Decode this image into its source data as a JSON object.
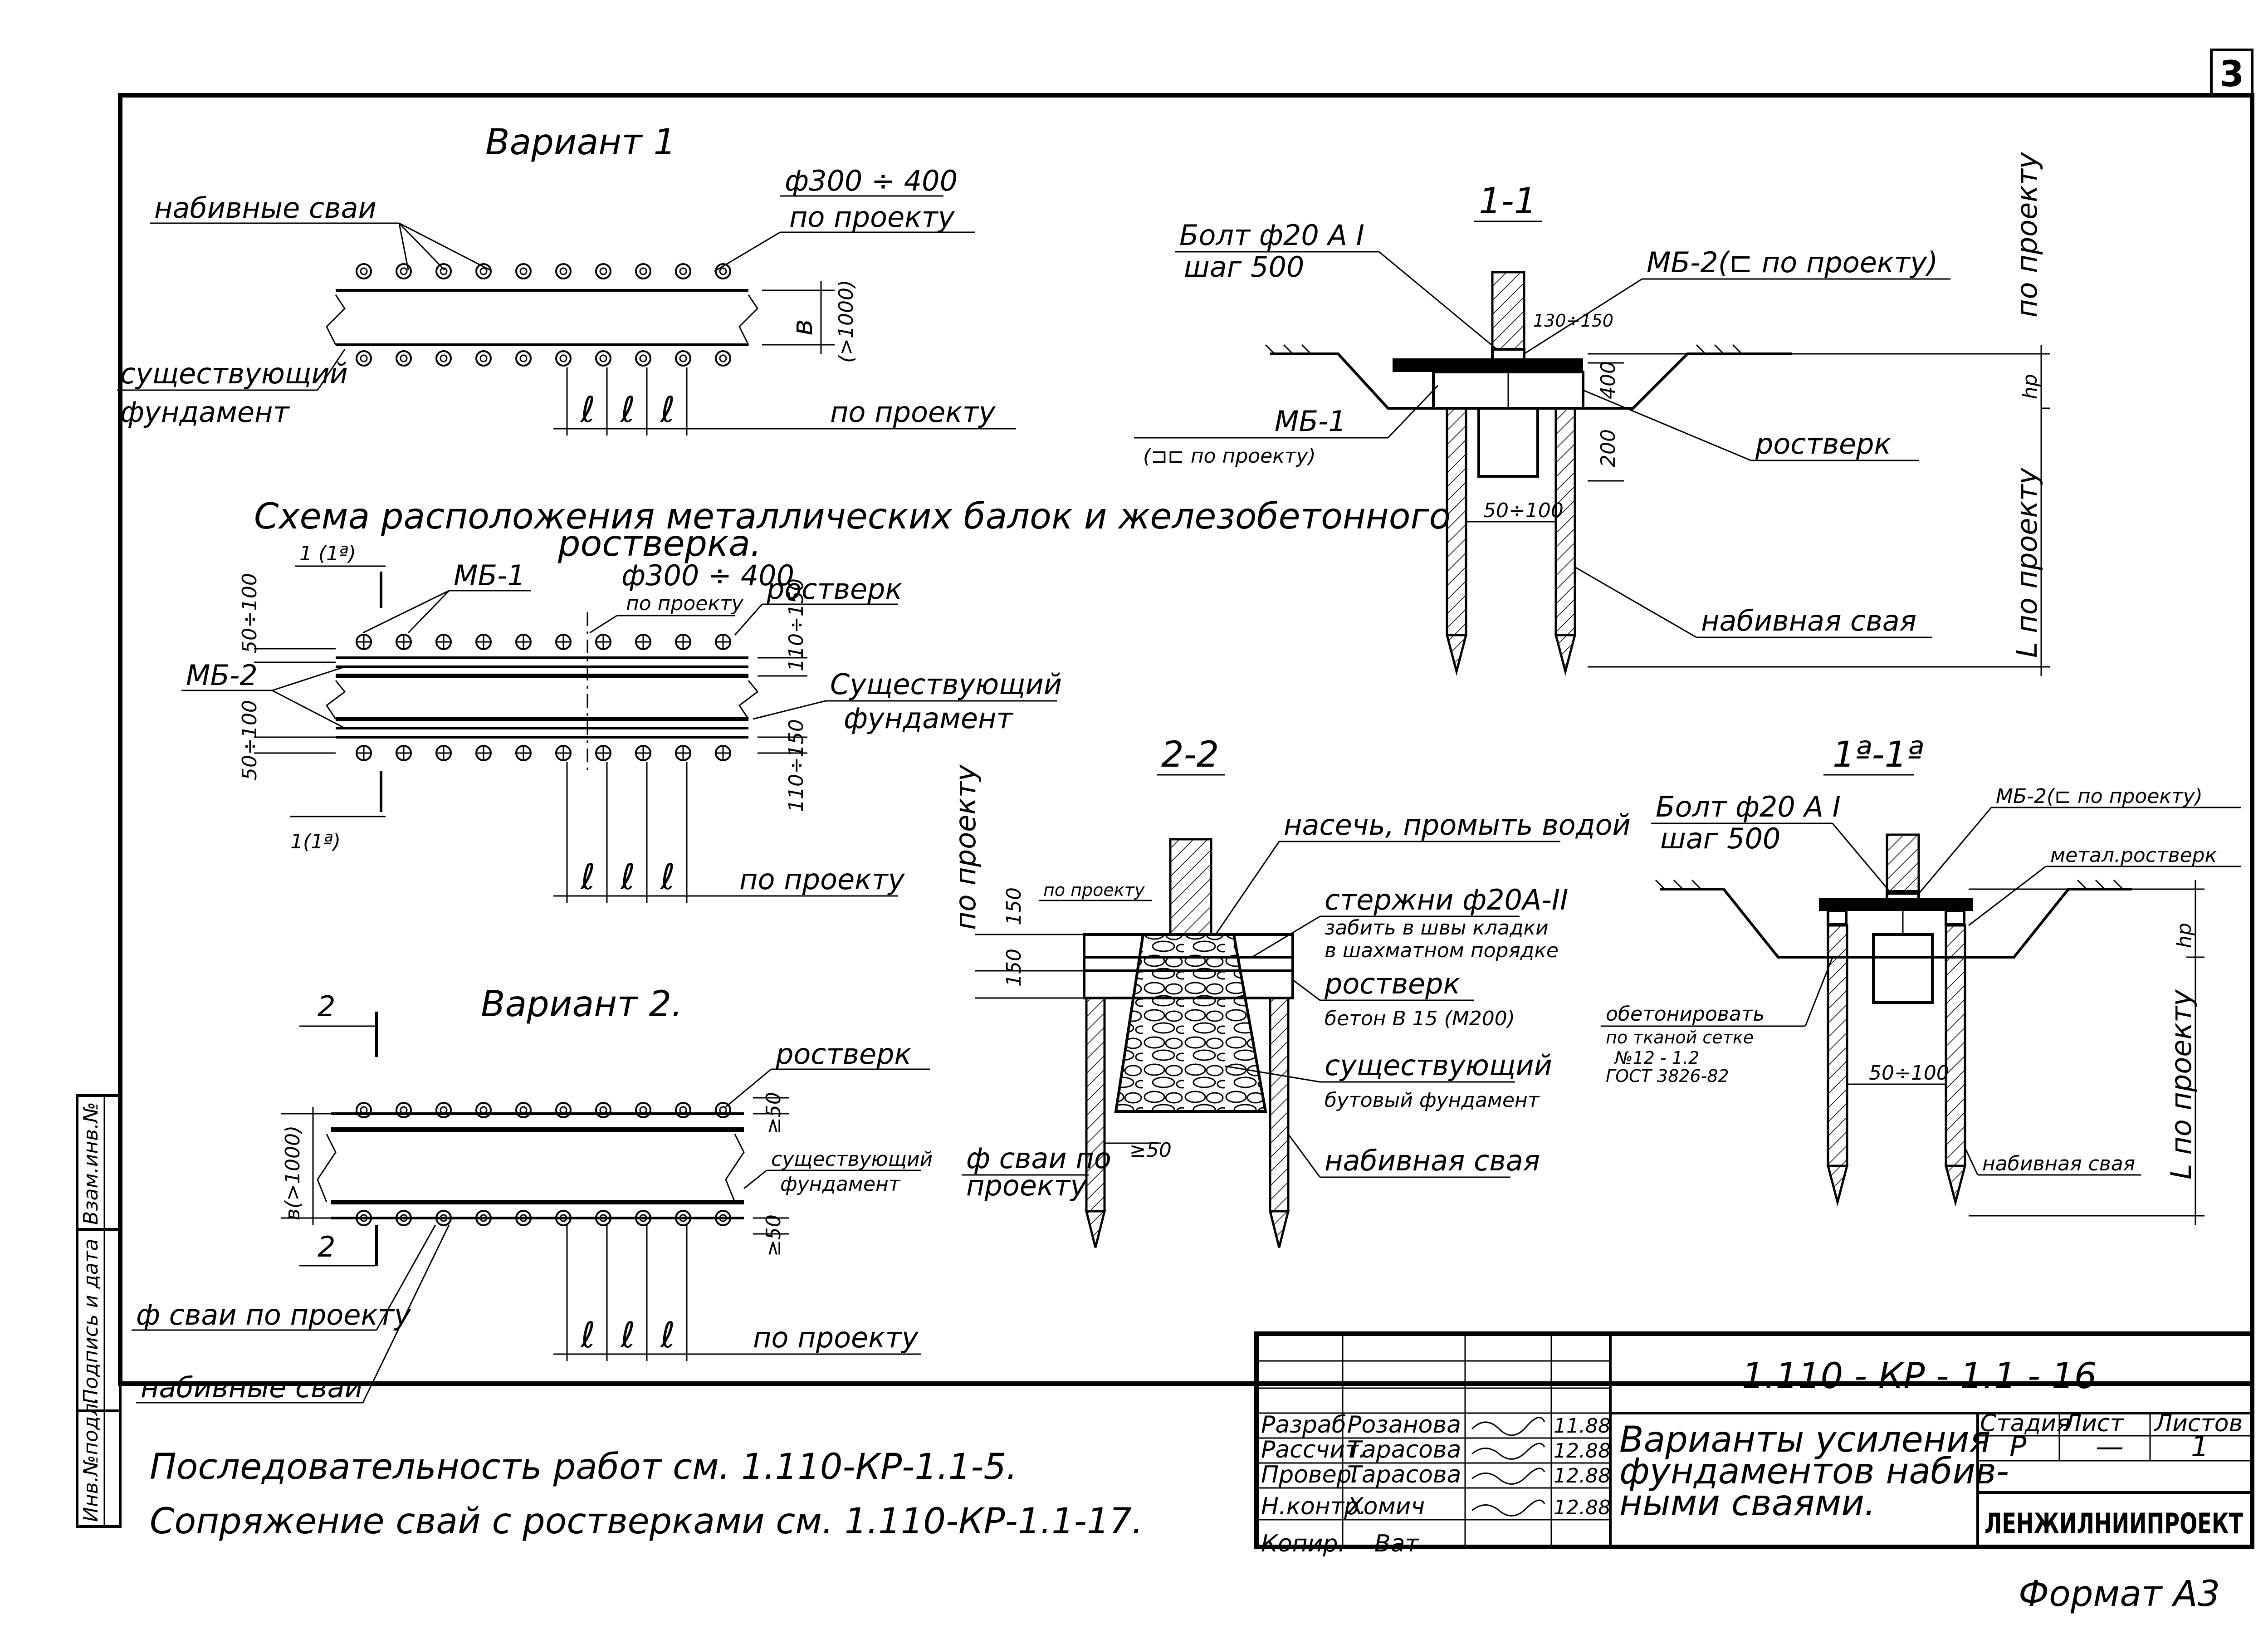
{
  "sheet": {
    "sheet_number": "3",
    "format": "Формат А3"
  },
  "variant1": {
    "title": "Вариант 1",
    "piles_label": "набивные сваи",
    "diameter": "ф300 ÷ 400",
    "diameter_note": "по проекту",
    "existing_foundation_1": "существующий",
    "existing_foundation_2": "фундамент",
    "width_label": "в",
    "width_note": "(>1000)",
    "spacing_symbol": "ℓ",
    "spacing_note": "по проекту"
  },
  "scheme": {
    "title_line1": "Схема расположения металлических балок и железобетонного",
    "title_line2": "ростверка.",
    "section_mark_top": "1 (1ª)",
    "section_mark_bottom": "1(1ª)",
    "beam_mb1": "МБ-1",
    "beam_mb2": "МБ-2",
    "diameter": "ф300 ÷ 400",
    "diameter_note": "по проекту",
    "grillage": "ростверк",
    "dim_top": "50÷100",
    "dim_bottom": "50÷100",
    "dim_right_top": "110÷150",
    "dim_right_bottom": "110÷150",
    "existing_foundation_1": "Существующий",
    "existing_foundation_2": "фундамент",
    "spacing_symbol": "ℓ",
    "spacing_note": "по проекту"
  },
  "variant2": {
    "title": "Вариант 2.",
    "section_mark": "2",
    "grillage": "ростверк",
    "existing_foundation_1": "существующий",
    "existing_foundation_2": "фундамент",
    "width_label": "в(>1000)",
    "pile_diameter_1": "ф сваи по",
    "pile_diameter_2": "проекту",
    "min_50_top": "≥50",
    "min_50_bottom": "≥50",
    "min_50_side": "≥50",
    "pile_diameter_note": "ф сваи по проекту",
    "piles_label": "набивные сваи",
    "spacing_symbol": "ℓ",
    "spacing_note": "по проекту"
  },
  "section11": {
    "title": "1-1",
    "bolt": "Болт ф20 А I",
    "bolt_step": "шаг 500",
    "mb2": "МБ-2(⊏   по проекту)",
    "dim_top": "130÷150",
    "dim_400": "400",
    "dim_200": "200",
    "mb1": "МБ-1",
    "mb1_note": "(⊐⊏   по проекту)",
    "grillage": "ростверк",
    "dim_gap": "50÷100",
    "pile": "набивная свая",
    "hp": "hр",
    "length": "L по проекту",
    "right_note": "по проекту"
  },
  "section22": {
    "title": "2-2",
    "right_note": "по проекту",
    "note_notch": "насечь, промыть водой",
    "note_rods_1": "стержни ф20А-II",
    "note_rods_2": "забить в швы кладки",
    "note_rods_3": "в шахматном порядке",
    "grillage": "ростверк",
    "concrete": "бетон В 15 (М200)",
    "existing_1": "существующий",
    "existing_2": "бутовый фундамент",
    "pile": "набивная свая",
    "dim_150a": "150",
    "dim_150b": "150",
    "small_note": "по проекту"
  },
  "section1a": {
    "title": "1ª-1ª",
    "bolt": "Болт ф20 А I",
    "bolt_step": "шаг 500",
    "mb2": "МБ-2(⊏  по проекту)",
    "metal_grillage": "метал.ростверк",
    "gunite_1": "обетонировать",
    "gunite_2": "по тканой сетке",
    "gunite_3": "№12 - 1.2",
    "gunite_4": "ГОСТ 3826-82",
    "dim_gap": "50÷100",
    "pile": "набивная свая",
    "hp": "hр",
    "length": "L по проекту"
  },
  "notes": {
    "sequence": "Последовательность работ см. 1.110-КР-1.1-5.",
    "coupling": "Сопряжение свай с ростверками см. 1.110-КР-1.1-17."
  },
  "stamp": {
    "designation": "1.110 - КР - 1.1 - 16",
    "title_line1": "Варианты усиления",
    "title_line2": "фундаментов набив-",
    "title_line3": "ными сваями.",
    "stage_header": "Стадия",
    "sheet_header": "Лист",
    "sheets_header": "Листов",
    "stage": "Р",
    "sheet": "—",
    "sheets": "1",
    "organization": "ЛЕНЖИЛНИИПРОЕКТ",
    "rows": [
      {
        "role": "Разраб.",
        "name": "Розанова",
        "date": "11.88"
      },
      {
        "role": "Рассчит.",
        "name": "Тарасова",
        "date": "12.88"
      },
      {
        "role": "Провер.",
        "name": "Тарасова",
        "date": "12.88"
      },
      {
        "role": "Н.контр.",
        "name": "Хомич",
        "date": "12.88"
      }
    ],
    "copied": "Копир.",
    "copied_by": "Ват"
  },
  "side_strip": {
    "inv_orig": "Инв.№подл.",
    "sign_date": "Подпись и дата",
    "replace_inv": "Взам.инв.№"
  }
}
